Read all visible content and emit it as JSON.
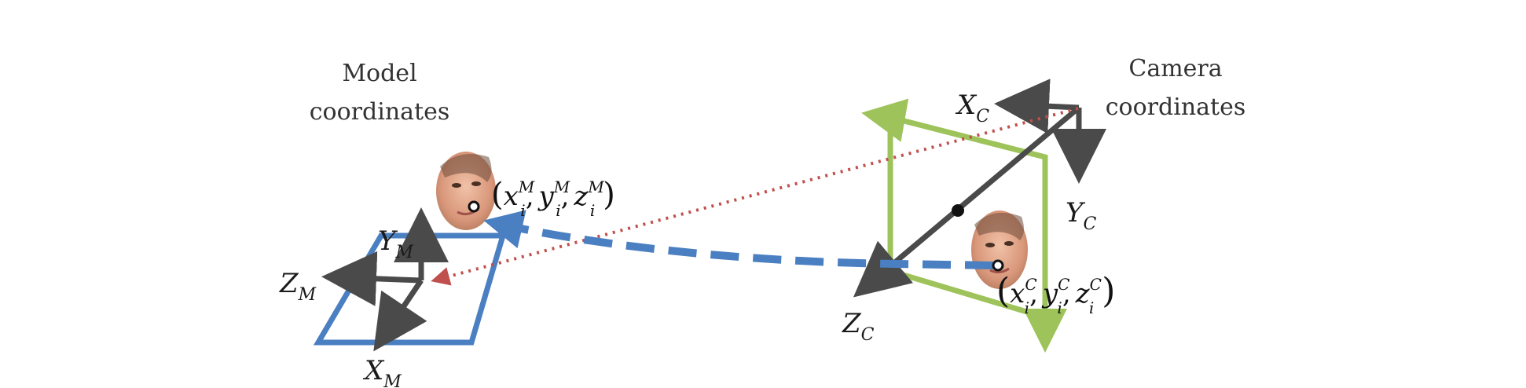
{
  "labels": {
    "model_title_line1": "Model",
    "model_title_line2": "coordinates",
    "camera_title_line1": "Camera",
    "camera_title_line2": "coordinates"
  },
  "model_axes": {
    "x": {
      "base": "X",
      "sub": "M"
    },
    "y": {
      "base": "Y",
      "sub": "M"
    },
    "z": {
      "base": "Z",
      "sub": "M"
    }
  },
  "camera_axes": {
    "x": {
      "base": "X",
      "sub": "C"
    },
    "y": {
      "base": "Y",
      "sub": "C"
    },
    "z": {
      "base": "Z",
      "sub": "C"
    }
  },
  "model_point": {
    "open": "(",
    "x": "x",
    "y": "y",
    "z": "z",
    "sub": "i",
    "sup": "M",
    "comma": ",",
    "close": ")"
  },
  "camera_point": {
    "open": "(",
    "x": "x",
    "y": "y",
    "z": "z",
    "sub": "i",
    "sup": "C",
    "comma": ",",
    "close": ")"
  },
  "colors": {
    "model_plane": "#4a7fc1",
    "camera_plane": "#9dc35a",
    "axis": "#4a4a4a",
    "projection_line": "#c0504d",
    "transform_arrow": "#4a7fc1",
    "face_skin": "#e2a98a"
  }
}
